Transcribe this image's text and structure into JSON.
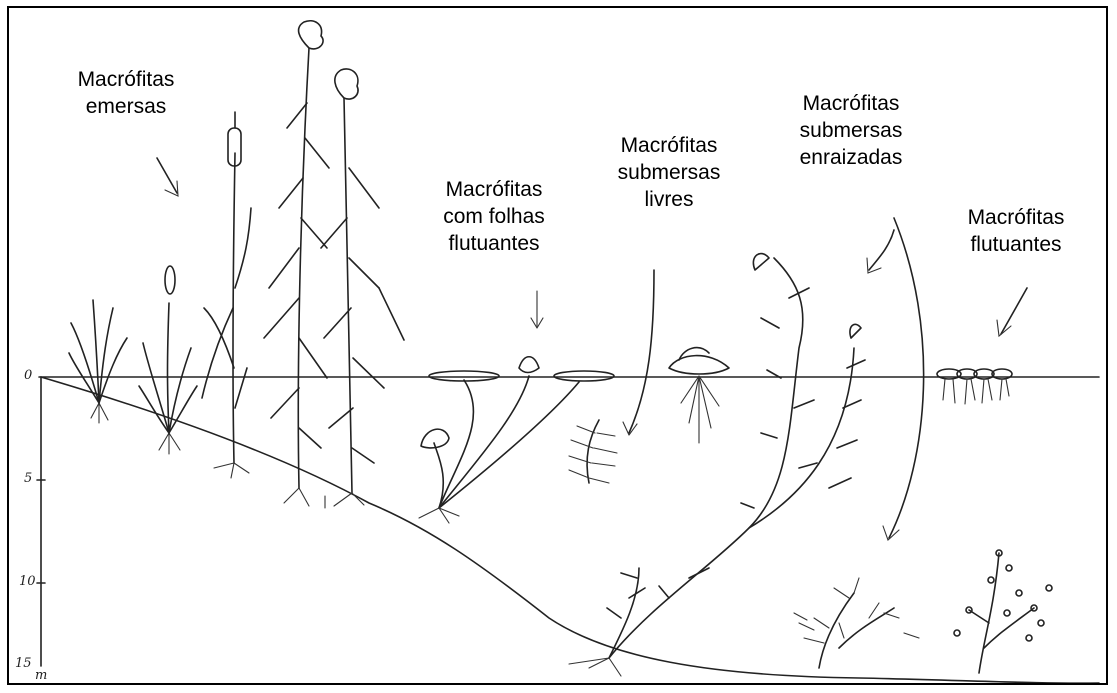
{
  "labels": {
    "emersas": "Macrófitas\nemersas",
    "folhas_flutuantes": "Macrófitas\ncom folhas\nflutuantes",
    "submersas_livres": "Macrófitas\nsubmersas\nlivres",
    "submersas_enraizadas": "Macrófitas\nsubmersas\nenraizadas",
    "flutuantes": "Macrófitas\nflutuantes"
  },
  "depth_scale": {
    "ticks": [
      "0",
      "5",
      "10",
      "15"
    ],
    "unit": "m"
  }
}
